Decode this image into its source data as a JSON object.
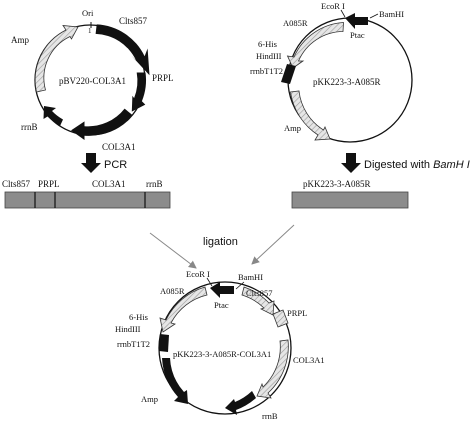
{
  "plasmid_top_left": {
    "name": "pBV220-COL3A1",
    "ori_label": "Ori",
    "ori_position": "1",
    "features": {
      "clts857": "Clts857",
      "prpl": "PRPL",
      "col3a1": "COL3A1",
      "rrnb": "rrnB",
      "amp": "Amp"
    }
  },
  "plasmid_top_right": {
    "name": "pKK223-3-A085R",
    "features": {
      "ecori": "EcoR I",
      "bamhi": "BamHI",
      "a085r": "A085R",
      "ptac": "Ptac",
      "his": "6-His",
      "hindiii": "HindIII",
      "rrnbt1t2": "rrnbT1T2",
      "amp": "Amp"
    }
  },
  "step_left": {
    "label": "PCR"
  },
  "step_right": {
    "label_prefix": "Digested with ",
    "label_enzyme": "BamH I"
  },
  "fragment_left": {
    "labels": {
      "clts857": "Clts857",
      "prpl": "PRPL",
      "col3a1": "COL3A1",
      "rrnb": "rrnB"
    }
  },
  "fragment_right": {
    "label": "pKK223-3-A085R"
  },
  "ligation": {
    "label": "ligation"
  },
  "plasmid_bottom": {
    "name": "pKK223-3-A085R-COL3A1",
    "features": {
      "ecori": "EcoR I",
      "bamhi": "BamHI",
      "a085r": "A085R",
      "ptac": "Ptac",
      "clts857": "Clts857",
      "prpl": "PRPL",
      "his": "6-His",
      "hindiii": "HindIII",
      "rrnbt1t2": "rrnbT1T2",
      "col3a1": "COL3A1",
      "amp": "Amp",
      "rrnb": "rrnB"
    }
  },
  "colors": {
    "dark": "#111111",
    "fragment": "#8c8c8c",
    "hatch_fill": "#e6e6e6"
  }
}
